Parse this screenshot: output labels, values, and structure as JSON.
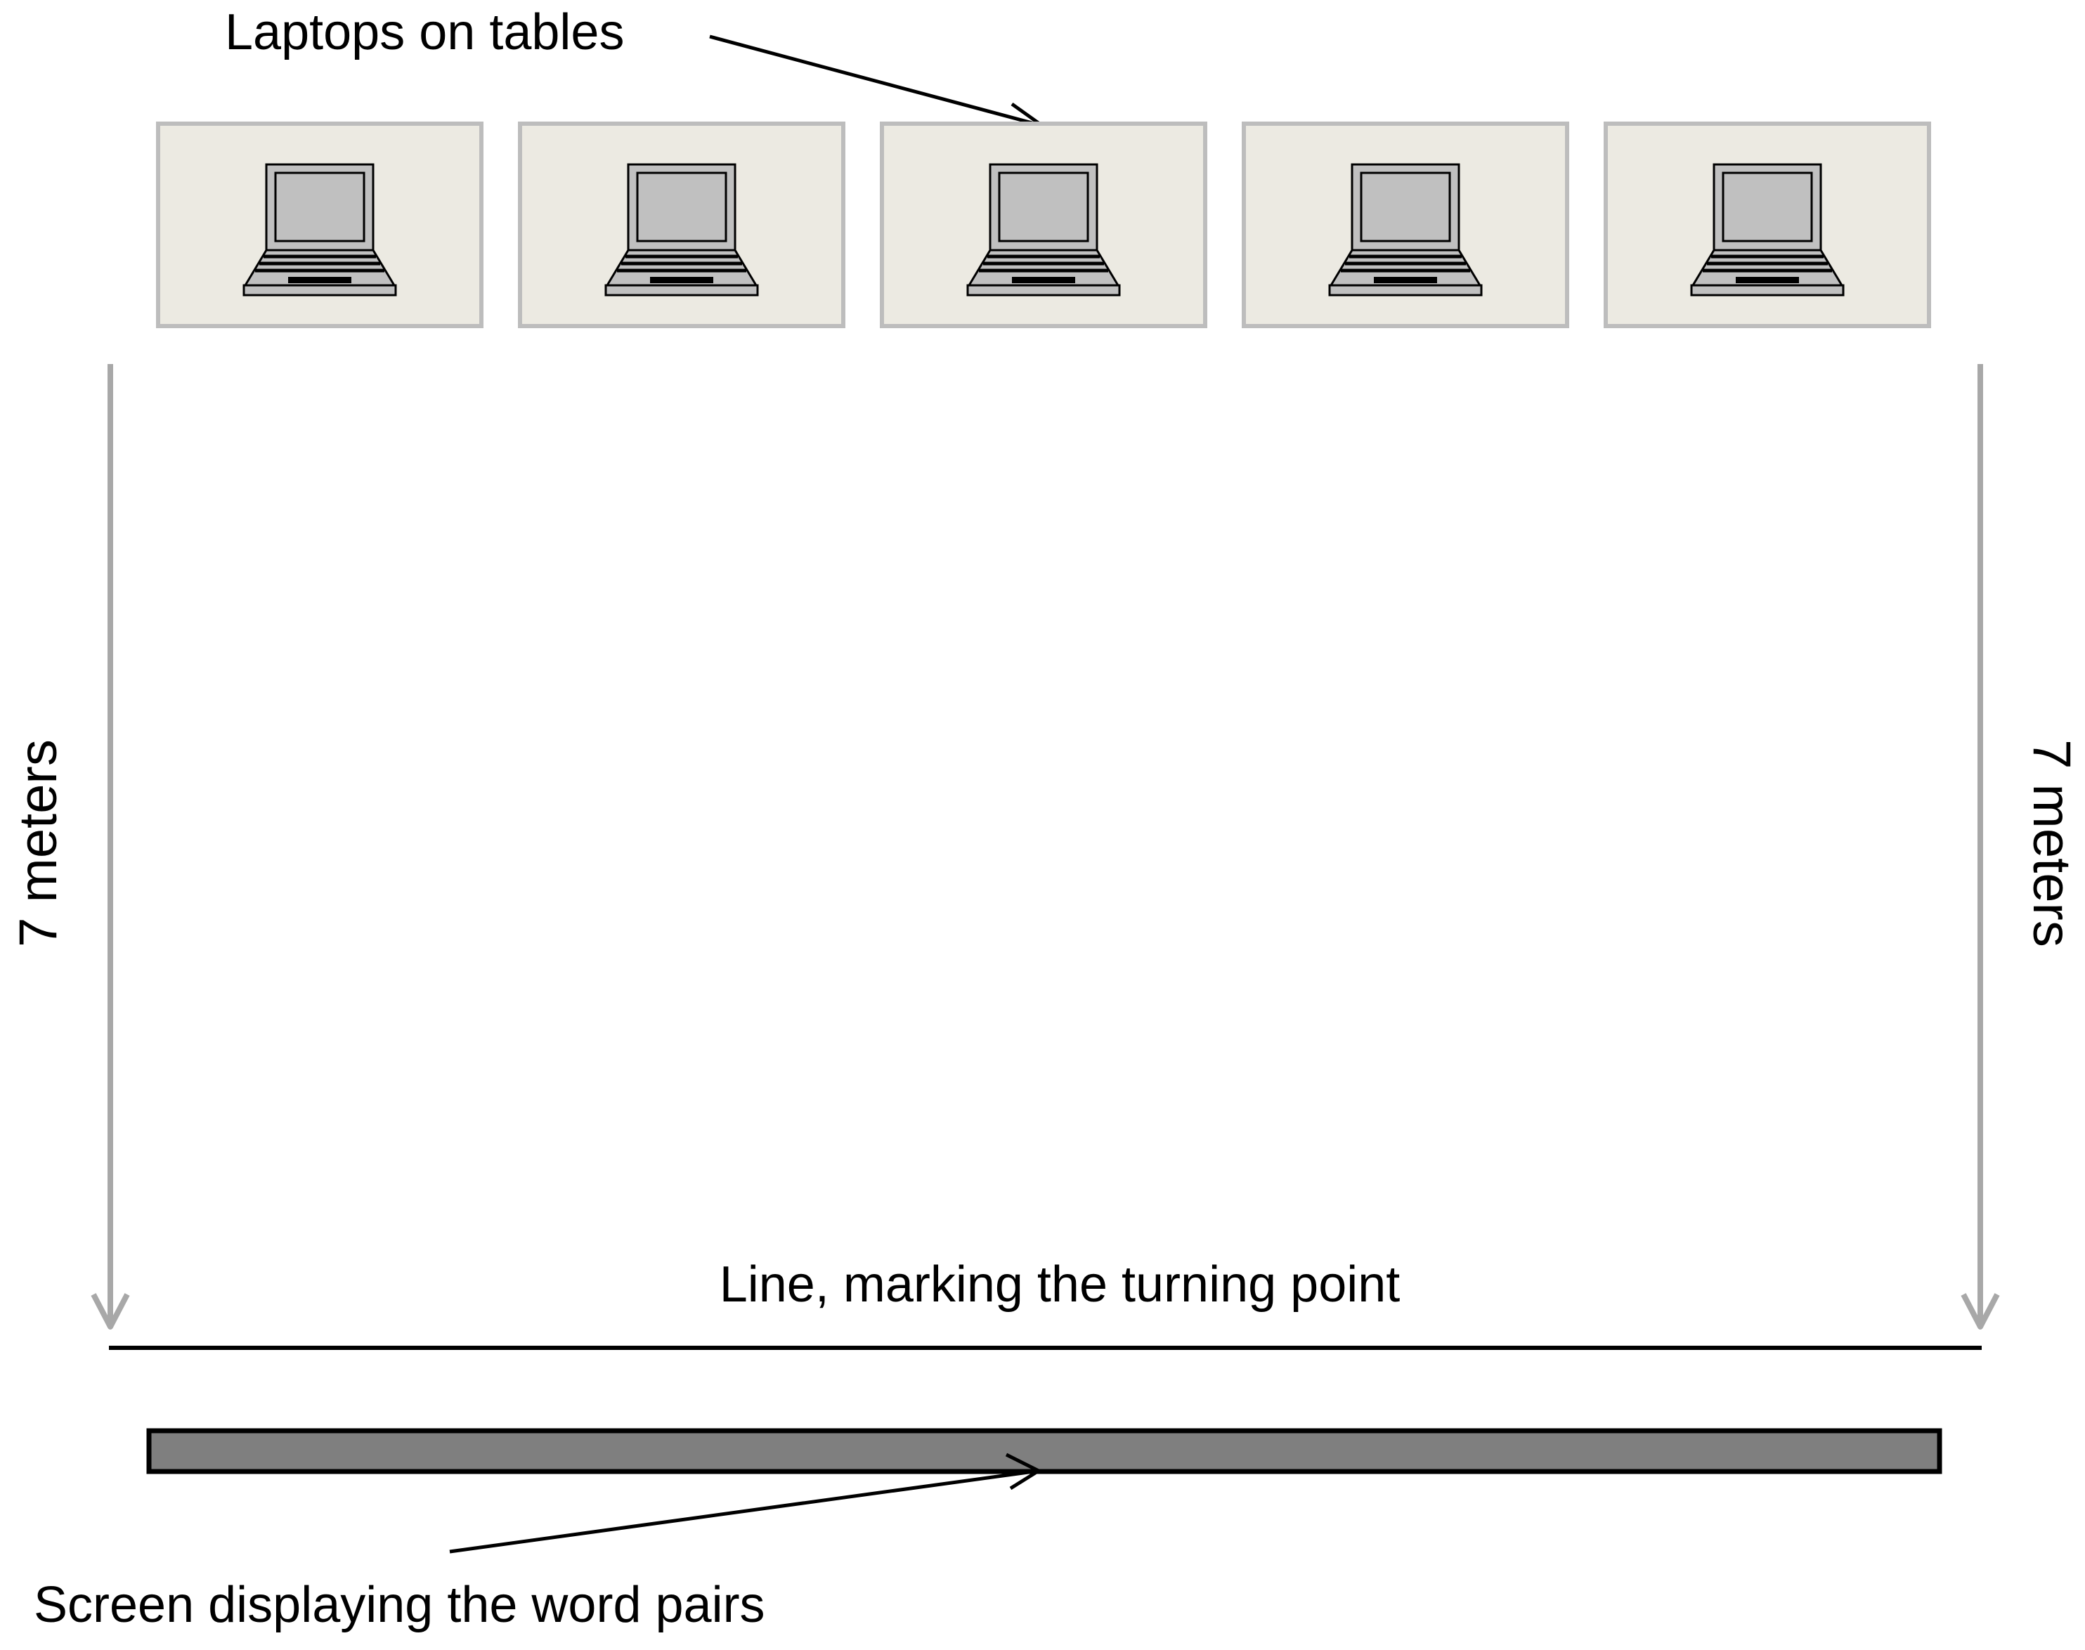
{
  "labels": {
    "laptops": "Laptops on tables",
    "distance_left": "7 meters",
    "distance_right": "7 meters",
    "turning_line": "Line, marking the turning point",
    "screen": "Screen displaying the word pairs"
  },
  "tables": [
    {
      "name": "table-1",
      "icon": "laptop-icon"
    },
    {
      "name": "table-2",
      "icon": "laptop-icon"
    },
    {
      "name": "table-3",
      "icon": "laptop-icon"
    },
    {
      "name": "table-4",
      "icon": "laptop-icon"
    },
    {
      "name": "table-5",
      "icon": "laptop-icon"
    }
  ],
  "colors": {
    "table_fill": "#ECEAE2",
    "table_border": "#BDBDBD",
    "distance_arrow": "#A8A8A8",
    "screen_fill": "#7F7F7F",
    "laptop_fill": "#C0C0C0",
    "ink": "#000000"
  }
}
